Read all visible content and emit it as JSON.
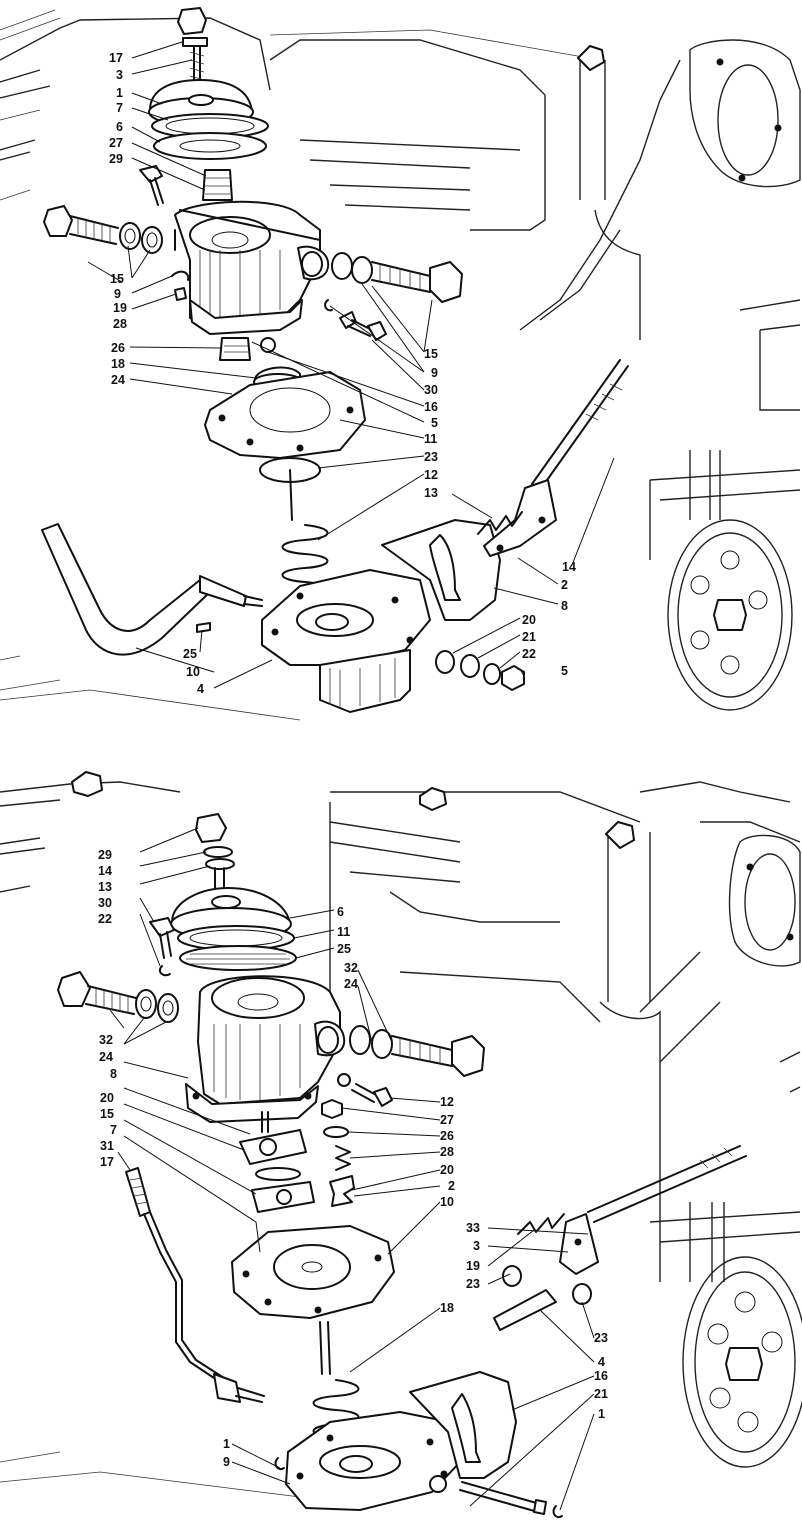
{
  "colors": {
    "ink": "#111111",
    "paper": "#ffffff"
  },
  "top_diagram": {
    "callouts": {
      "c17": "17",
      "c3": "3",
      "c1": "1",
      "c7": "7",
      "c6": "6",
      "c27": "27",
      "c29": "29",
      "c15a": "15",
      "c9a": "9",
      "c19": "19",
      "c28": "28",
      "c26": "26",
      "c18": "18",
      "c24": "24",
      "c15b": "15",
      "c9b": "9",
      "c30": "30",
      "c16": "16",
      "c5a": "5",
      "c11": "11",
      "c23": "23",
      "c12": "12",
      "c13": "13",
      "c14": "14",
      "c2": "2",
      "c8": "8",
      "c20": "20",
      "c21": "21",
      "c22": "22",
      "c5b": "5",
      "c25": "25",
      "c10": "10",
      "c4": "4"
    }
  },
  "bottom_diagram": {
    "callouts": {
      "c29": "29",
      "c14": "14",
      "c13": "13",
      "c30": "30",
      "c22": "22",
      "c6": "6",
      "c11": "11",
      "c25": "25",
      "c32a": "32",
      "c24a": "24",
      "c32b": "32",
      "c24b": "24",
      "c8": "8",
      "c20a": "20",
      "c15": "15",
      "c7": "7",
      "c31": "31",
      "c17": "17",
      "c12": "12",
      "c27": "27",
      "c26": "26",
      "c28": "28",
      "c20b": "20",
      "c2": "2",
      "c10": "10",
      "c33": "33",
      "c3": "3",
      "c19": "19",
      "c23a": "23",
      "c18": "18",
      "c23b": "23",
      "c4": "4",
      "c16": "16",
      "c21": "21",
      "c1a": "1",
      "c1b": "1",
      "c9": "9"
    }
  }
}
